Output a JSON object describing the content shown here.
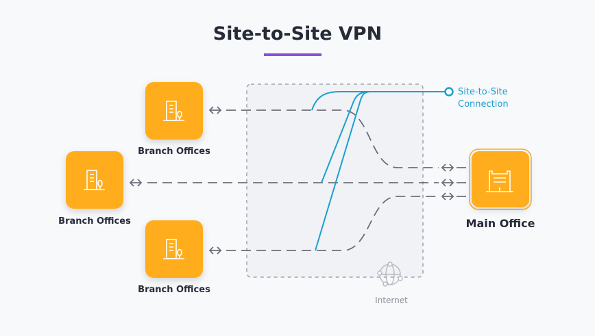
{
  "title": "Site-to-Site VPN",
  "branches": [
    {
      "label": "Branch Offices"
    },
    {
      "label": "Branch Offices"
    },
    {
      "label": "Branch Offices"
    }
  ],
  "main_office": {
    "label": "Main Office"
  },
  "internet": {
    "label": "Internet"
  },
  "connection": {
    "label_line1": "Site-to-Site",
    "label_line2": "Connection"
  },
  "colors": {
    "accent": "#ffad1f",
    "purple": "#8a4fdc",
    "blue": "#1b9fd0",
    "dash": "#6b6e78"
  }
}
